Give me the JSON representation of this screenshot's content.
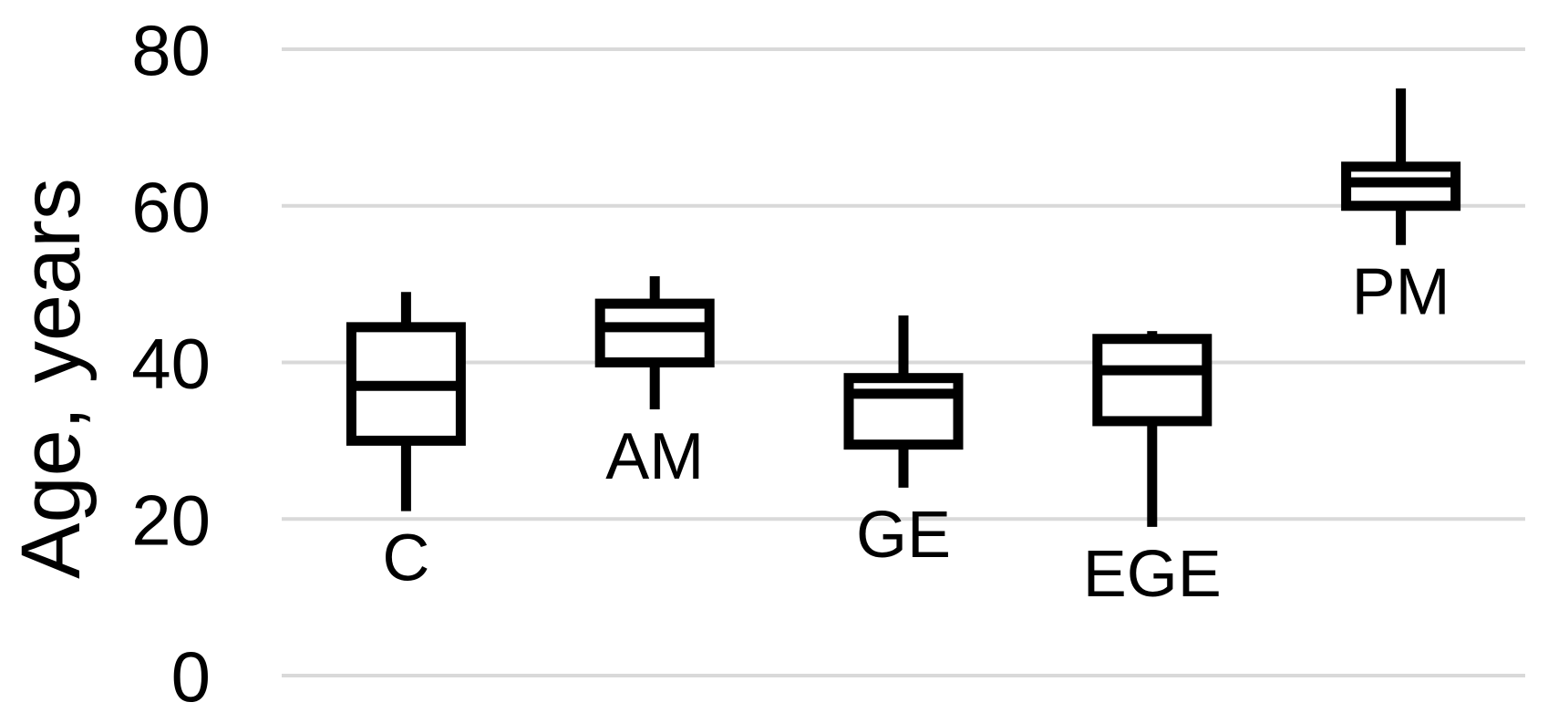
{
  "chart_data": {
    "type": "box",
    "title": "",
    "xlabel": "",
    "ylabel": "Age, years",
    "ylim": [
      0,
      86
    ],
    "yticks": [
      0,
      20,
      40,
      60,
      80
    ],
    "grid": "horizontal-gridlines-on",
    "legend": "none",
    "background_color": "#ffffff",
    "gridline_color": "#d9d9d9",
    "box_stroke_color": "#000000",
    "box_fill_color": "#ffffff",
    "categories": [
      "C",
      "AM",
      "GE",
      "EGE",
      "PM"
    ],
    "series": [
      {
        "label": "C",
        "min": 21,
        "q1": 30,
        "median": 37,
        "q3": 44.5,
        "max": 49
      },
      {
        "label": "AM",
        "min": 34,
        "q1": 40,
        "median": 44.5,
        "q3": 47.5,
        "max": 51
      },
      {
        "label": "GE",
        "min": 24,
        "q1": 29.5,
        "median": 36,
        "q3": 38,
        "max": 46
      },
      {
        "label": "EGE",
        "min": 19,
        "q1": 32.5,
        "median": 39,
        "q3": 43,
        "max": 44
      },
      {
        "label": "PM",
        "min": 55,
        "q1": 60,
        "median": 63,
        "q3": 65,
        "max": 75
      }
    ]
  }
}
